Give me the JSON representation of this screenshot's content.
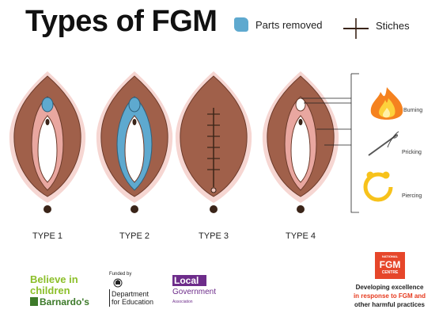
{
  "title": "Types of FGM",
  "legend": {
    "parts_removed_label": "Parts removed",
    "stitches_label": "Stiches",
    "removed_color": "#5ea9cf",
    "stitch_color": "#3a2418"
  },
  "types": [
    {
      "label": "Type 1"
    },
    {
      "label": "Type 2"
    },
    {
      "label": "Type 3"
    },
    {
      "label": "Type 4"
    }
  ],
  "type4_examples": [
    {
      "label": "Burning",
      "icon": "flame-icon"
    },
    {
      "label": "Pricking",
      "icon": "needle-icon"
    },
    {
      "label": "Piercing",
      "icon": "ring-icon"
    }
  ],
  "logos": {
    "barnardos": {
      "line1": "Believe in",
      "line2": "children",
      "line3": "Barnardo's"
    },
    "dfe": {
      "funded_by": "Funded by",
      "line1": "Department",
      "line2": "for Education"
    },
    "lga": {
      "line1": "Local",
      "line2": "Government",
      "line3": "Association"
    },
    "fgm_centre": {
      "line1": "NATIONAL",
      "line2": "FGM",
      "line3": "CENTRE",
      "tagline1": "Developing excellence",
      "tagline2": "in response to FGM and",
      "tagline3": "other harmful practices"
    }
  },
  "colors": {
    "skin_outer": "#f6d6d2",
    "skin": "#a0604a",
    "inner_pink": "#e9a7a0",
    "removed": "#5ea9cf"
  }
}
